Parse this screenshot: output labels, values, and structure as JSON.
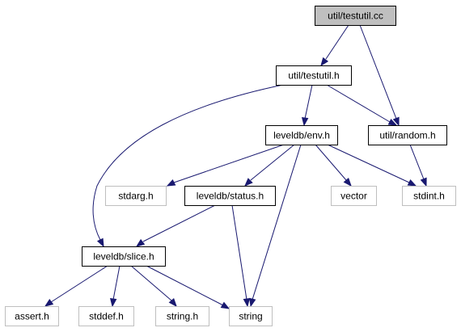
{
  "colors": {
    "edge": "#191970",
    "focus_fill": "#bfbfbf",
    "node_border": "#000000",
    "external_border": "#bfbfbf",
    "node_fill": "#ffffff"
  },
  "nodes": [
    {
      "id": "testutil_cc",
      "label": "util/testutil.cc",
      "kind": "focus"
    },
    {
      "id": "testutil_h",
      "label": "util/testutil.h",
      "kind": "internal"
    },
    {
      "id": "env_h",
      "label": "leveldb/env.h",
      "kind": "internal"
    },
    {
      "id": "random_h",
      "label": "util/random.h",
      "kind": "internal"
    },
    {
      "id": "stdarg_h",
      "label": "stdarg.h",
      "kind": "external"
    },
    {
      "id": "status_h",
      "label": "leveldb/status.h",
      "kind": "internal"
    },
    {
      "id": "vector",
      "label": "vector",
      "kind": "external"
    },
    {
      "id": "stdint_h",
      "label": "stdint.h",
      "kind": "external"
    },
    {
      "id": "slice_h",
      "label": "leveldb/slice.h",
      "kind": "internal"
    },
    {
      "id": "assert_h",
      "label": "assert.h",
      "kind": "external"
    },
    {
      "id": "stddef_h",
      "label": "stddef.h",
      "kind": "external"
    },
    {
      "id": "string_h",
      "label": "string.h",
      "kind": "external"
    },
    {
      "id": "string",
      "label": "string",
      "kind": "external"
    }
  ],
  "edges": [
    {
      "from": "testutil_cc",
      "to": "testutil_h"
    },
    {
      "from": "testutil_cc",
      "to": "random_h"
    },
    {
      "from": "testutil_h",
      "to": "env_h"
    },
    {
      "from": "testutil_h",
      "to": "random_h"
    },
    {
      "from": "testutil_h",
      "to": "slice_h"
    },
    {
      "from": "env_h",
      "to": "stdarg_h"
    },
    {
      "from": "env_h",
      "to": "status_h"
    },
    {
      "from": "env_h",
      "to": "vector"
    },
    {
      "from": "env_h",
      "to": "stdint_h"
    },
    {
      "from": "env_h",
      "to": "string"
    },
    {
      "from": "random_h",
      "to": "stdint_h"
    },
    {
      "from": "status_h",
      "to": "slice_h"
    },
    {
      "from": "status_h",
      "to": "string"
    },
    {
      "from": "slice_h",
      "to": "assert_h"
    },
    {
      "from": "slice_h",
      "to": "stddef_h"
    },
    {
      "from": "slice_h",
      "to": "string_h"
    },
    {
      "from": "slice_h",
      "to": "string"
    }
  ]
}
